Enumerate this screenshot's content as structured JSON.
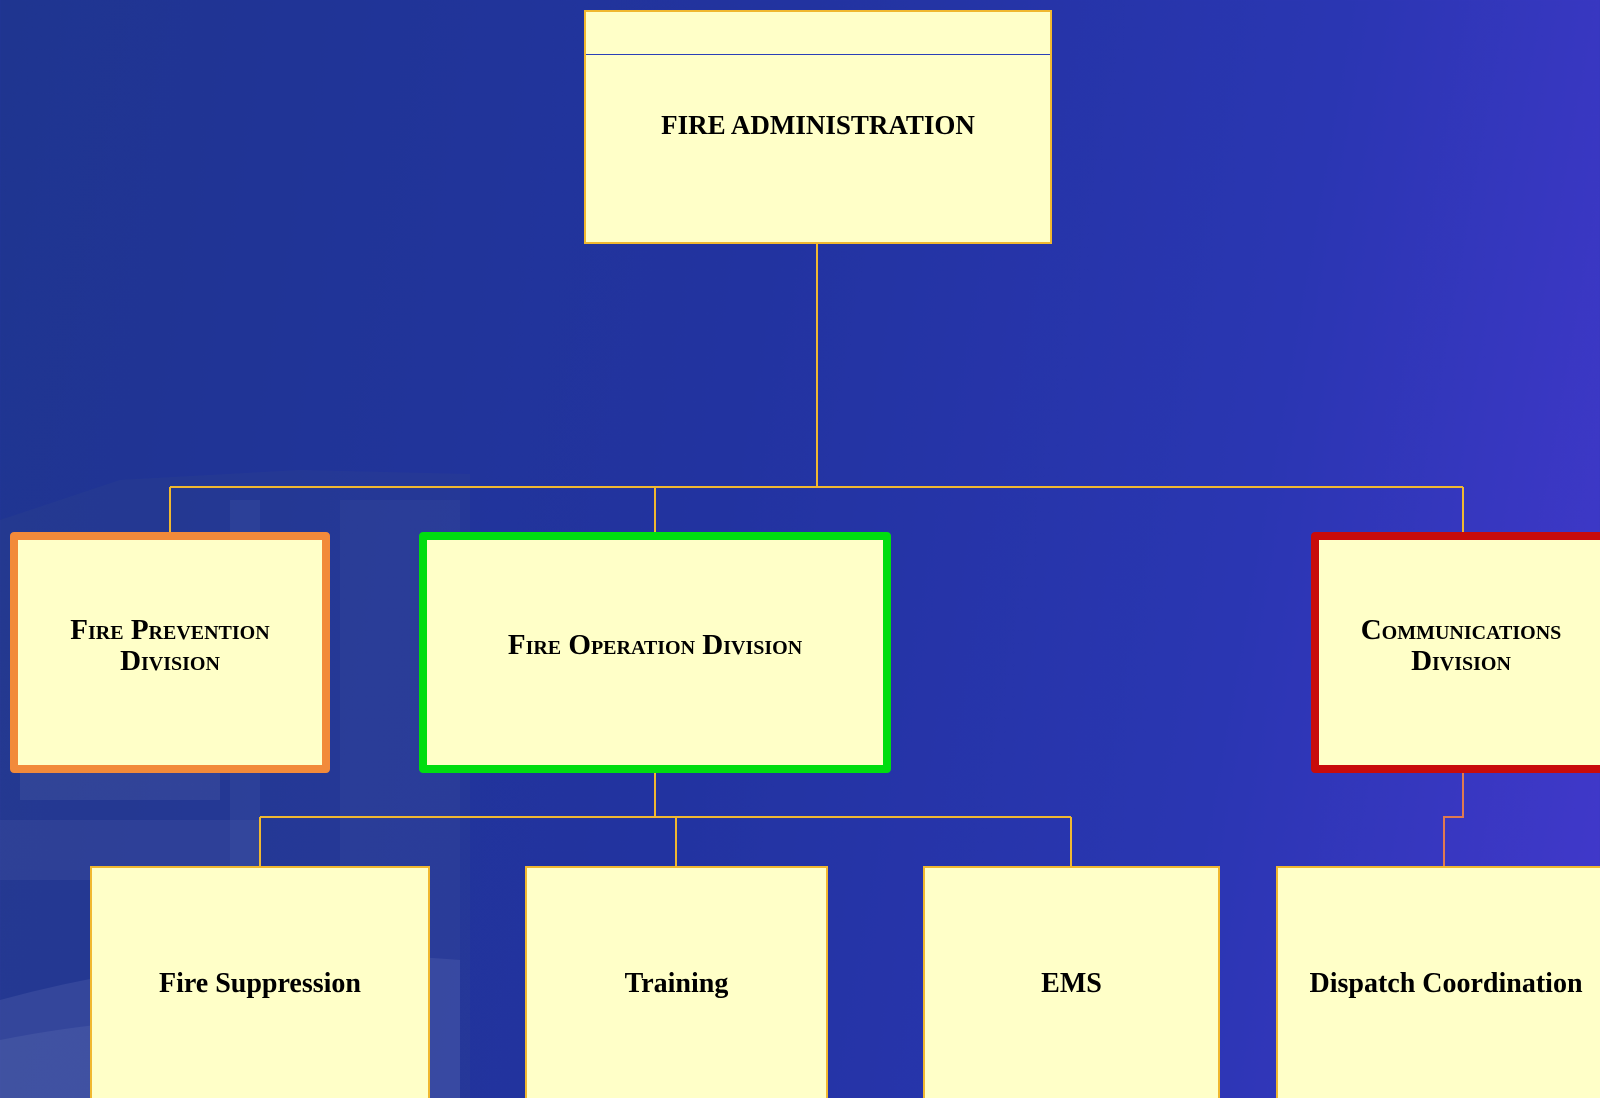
{
  "chart": {
    "root": {
      "label": "FIRE ADMINISTRATION"
    },
    "divisions": [
      {
        "label_line1": "Fire Prevention",
        "label_line2": "Division",
        "border_color": "#f28a3a"
      },
      {
        "label_line1": "Fire Operation Division",
        "label_line2": "",
        "border_color": "#00dd10"
      },
      {
        "label_line1": "Communications",
        "label_line2": "Division",
        "border_color": "#c80b0b"
      }
    ],
    "units": [
      {
        "label": "Fire Suppression"
      },
      {
        "label": "Training"
      },
      {
        "label": "EMS"
      },
      {
        "label": "Dispatch Coordination"
      }
    ]
  },
  "colors": {
    "box_fill": "#ffffc8",
    "connector": "#f0b830",
    "background": "#2233a0"
  }
}
